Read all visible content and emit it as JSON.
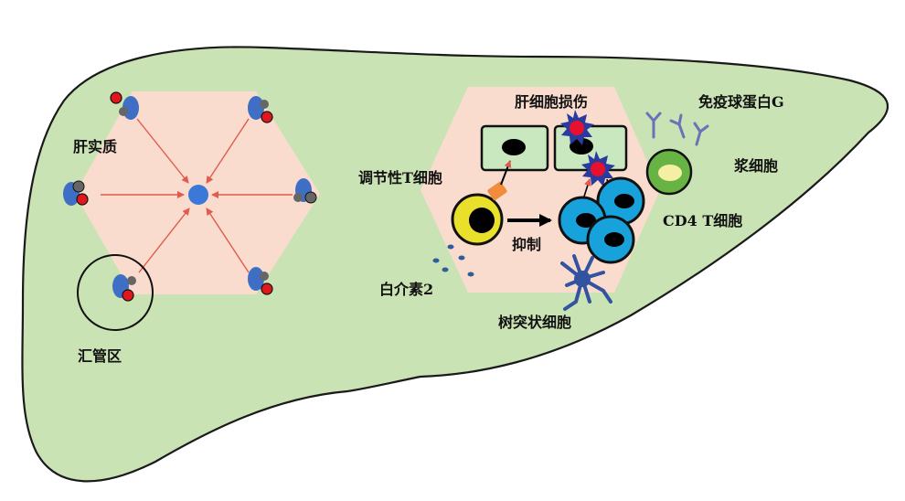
{
  "labels": {
    "liver_parenchyma": "肝实质",
    "portal_area": "汇管区",
    "hepatocyte_injury": "肝细胞损伤",
    "immunoglobulin_g": "免疫球蛋白G",
    "plasma_cell": "浆细胞",
    "regulatory_t_cell": "调节性T细胞",
    "suppress": "抑制",
    "cd4_t_cell": "CD4 T细胞",
    "interleukin_2": "白介素2",
    "dendritic_cell": "树突状细胞"
  },
  "colors": {
    "liver": "#c9e3b4",
    "lobule": "#f9dccd",
    "hepatocyte": "#c9e8c0",
    "nucleus": "#000000",
    "central_vein": "#3b78d8",
    "portal_blue": "#3e6fc4",
    "portal_red": "#e0171d",
    "portal_gray": "#666666",
    "arrow_red": "#e05a4e",
    "t_cell_cyan": "#18a2dc",
    "treg_yellow": "#e9e02c",
    "il2_dot": "#2f5d9a",
    "dendritic": "#3153a0",
    "plasma_green": "#67b445",
    "plasma_core": "#f4efa3",
    "injury_red": "#e8112d",
    "injury_blue": "#2a3a9e",
    "antibody": "#6a72b8",
    "orange_receptor": "#f08c3c"
  }
}
